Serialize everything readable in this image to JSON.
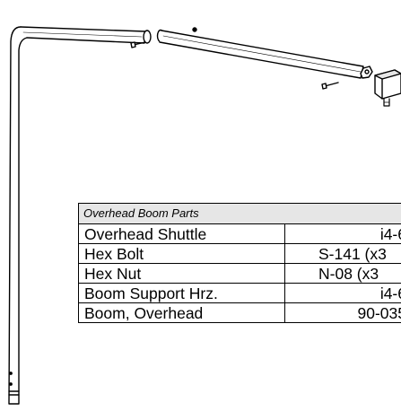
{
  "table": {
    "title": "Overhead Boom Parts",
    "rows": [
      {
        "name": "Overhead Shuttle",
        "part": "i4-6"
      },
      {
        "name": "Hex Bolt",
        "part": "S-141 (x3"
      },
      {
        "name": "Hex Nut",
        "part": "N-08 (x3"
      },
      {
        "name": "Boom Support Hrz.",
        "part": "i4-6"
      },
      {
        "name": "Boom, Overhead",
        "part": "90-035"
      }
    ]
  },
  "colors": {
    "line": "#000000",
    "header_fill": "#e6e6e6"
  }
}
